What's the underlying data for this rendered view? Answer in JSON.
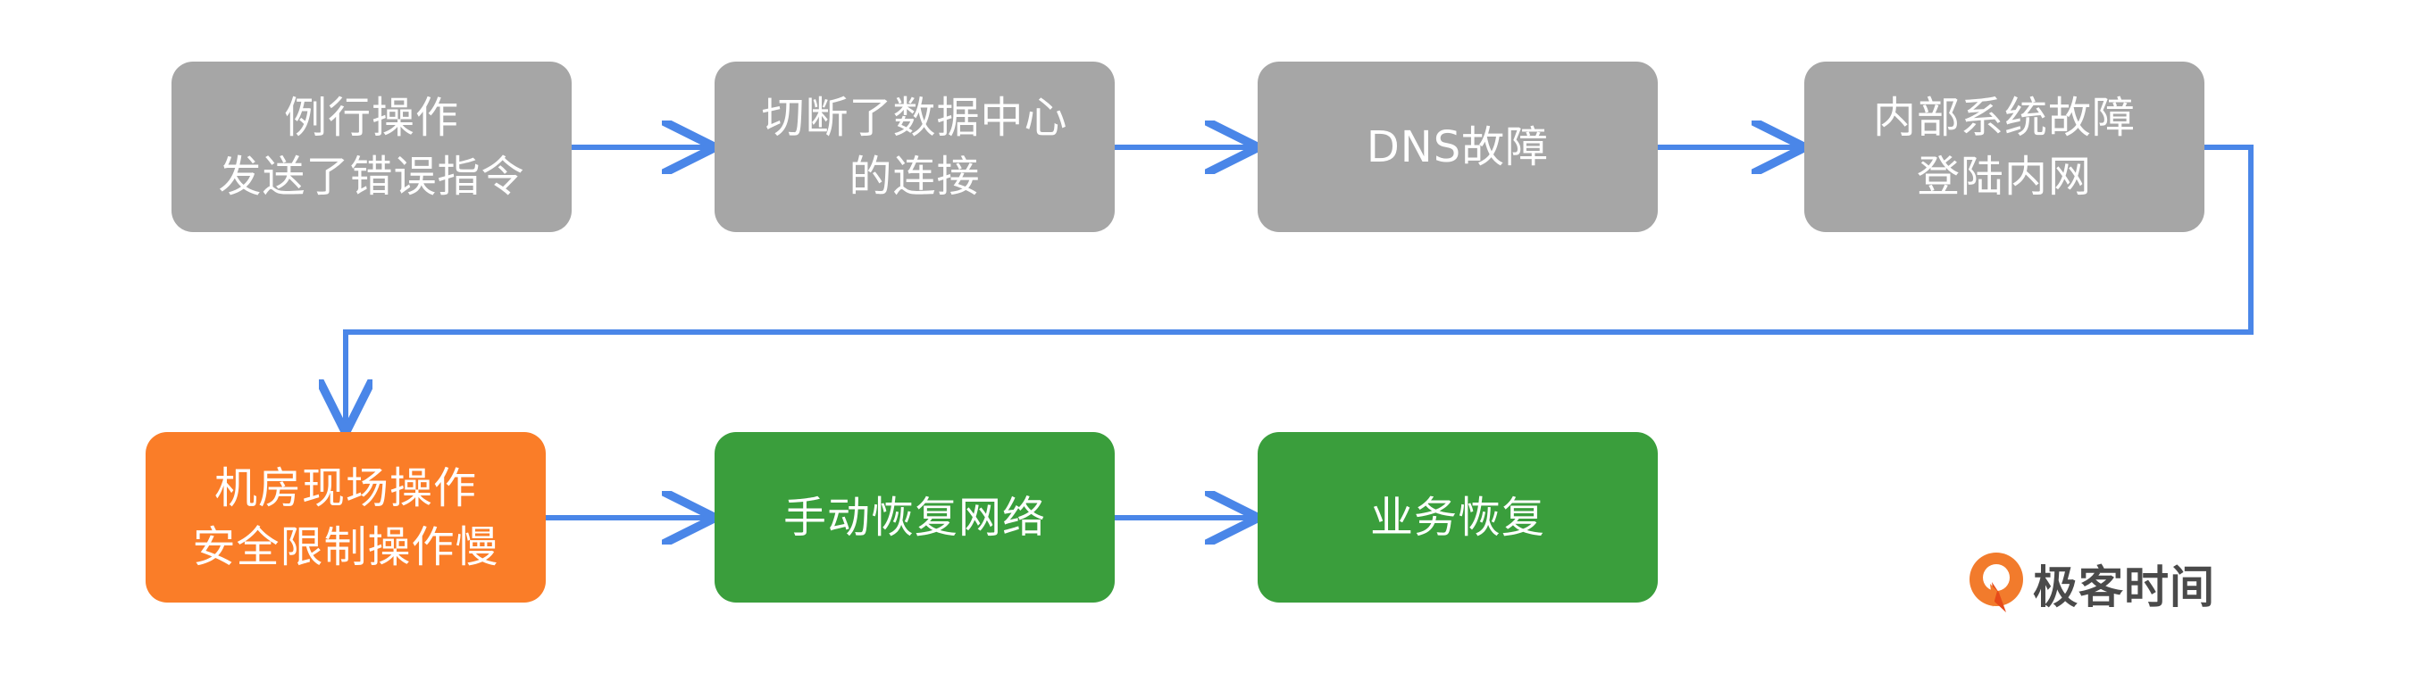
{
  "flow": {
    "nodes": [
      {
        "id": "n1",
        "text": "例行操作\n发送了错误指令",
        "color": "#a6a6a6"
      },
      {
        "id": "n2",
        "text": "切断了数据中心\n的连接",
        "color": "#a6a6a6"
      },
      {
        "id": "n3",
        "text": "DNS故障",
        "color": "#a6a6a6"
      },
      {
        "id": "n4",
        "text": "内部系统故障\n登陆内网",
        "color": "#a6a6a6"
      },
      {
        "id": "n5",
        "text": "机房现场操作\n安全限制操作慢",
        "color": "#fa7d28"
      },
      {
        "id": "n6",
        "text": "手动恢复网络",
        "color": "#3a9e3c"
      },
      {
        "id": "n7",
        "text": "业务恢复",
        "color": "#3a9e3c"
      }
    ],
    "edges": [
      {
        "from": "n1",
        "to": "n2"
      },
      {
        "from": "n2",
        "to": "n3"
      },
      {
        "from": "n3",
        "to": "n4"
      },
      {
        "from": "n4",
        "to": "n5"
      },
      {
        "from": "n5",
        "to": "n6"
      },
      {
        "from": "n6",
        "to": "n7"
      }
    ],
    "arrow_color": "#4a86e8"
  },
  "branding": {
    "logo_text": "极客时间",
    "logo_colors": {
      "primary": "#f27b2c",
      "secondary": "#e64a19"
    }
  }
}
